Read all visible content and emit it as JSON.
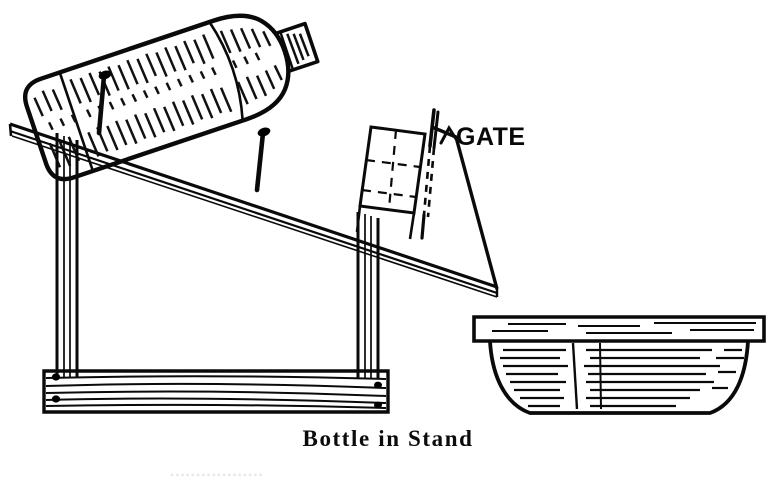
{
  "figure": {
    "caption": "Bottle in Stand",
    "labels": [
      {
        "id": "gate",
        "text": "GATE"
      }
    ],
    "faint_page_text": "bottom partial line of page text",
    "ink_color": "#000000",
    "paper_color": "#ffffff"
  },
  "parts": {
    "bottle": {
      "name": "bottle",
      "description": "large glass bottle lying on its side, neck pointing down-right"
    },
    "gate": {
      "name": "gate",
      "description": "sliding gate box at bottle mouth with vertical pull rod"
    },
    "incline_board": {
      "name": "inclined board",
      "description": "sloping board the bottle rests on"
    },
    "left_leg": {
      "name": "left leg post"
    },
    "right_leg": {
      "name": "right leg post"
    },
    "base_board": {
      "name": "base board with wood grain"
    },
    "pan": {
      "name": "feed pan",
      "description": "wooden trough / pan below the gate"
    },
    "nails": [
      {
        "name": "nail-upper-left"
      },
      {
        "name": "nail-lower-right"
      }
    ]
  }
}
